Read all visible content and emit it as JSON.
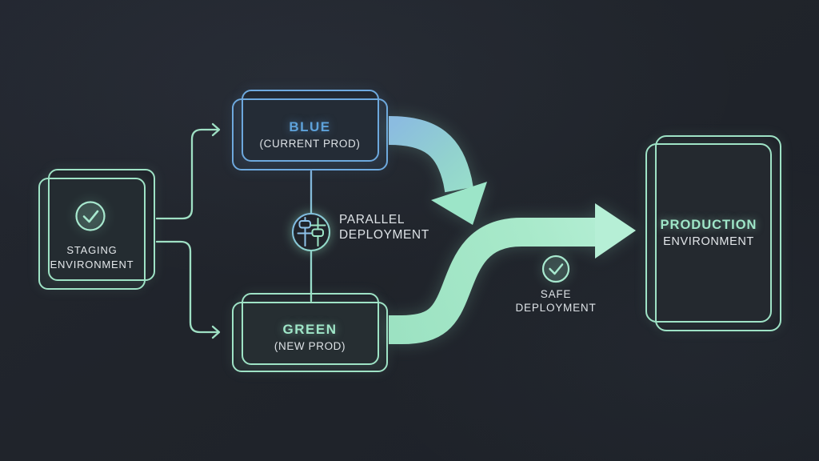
{
  "diagram": {
    "title": "blue-green-deployment-flow",
    "background_color": "#20242b",
    "accent_mint": "#9fe3c6",
    "accent_blue": "#6ea9de",
    "text_color": "#e3e7ea",
    "arrow_gradient": [
      "#8bbce0",
      "#92d2ce",
      "#a8e9ca",
      "#b6efd6"
    ],
    "nodes": {
      "staging": {
        "line1": "STAGING",
        "line2": "ENVIRONMENT",
        "icon": "check-circle-icon",
        "border_color": "#9fe3c6"
      },
      "blue": {
        "title": "BLUE",
        "subtitle": "(CURRENT PROD)",
        "title_color": "#5ea2da",
        "border_color": "#6ea9de"
      },
      "green": {
        "title": "GREEN",
        "subtitle": "(NEW PROD)",
        "title_color": "#9fe6c8",
        "border_color": "#9fe3c6"
      },
      "production": {
        "title": "PRODUCTION",
        "subtitle": "ENVIRONMENT",
        "title_color": "#9fe6c8",
        "border_color": "#9fe3c6"
      }
    },
    "annotations": {
      "parallel_deployment": {
        "line1": "PARALLEL",
        "line2": "DEPLOYMENT",
        "icon": "sliders-icon"
      },
      "safe_deployment": {
        "line1": "SAFE",
        "line2": "DEPLOYMENT",
        "icon": "check-circle-icon"
      }
    },
    "flows": [
      {
        "from": "staging",
        "to": "blue",
        "style": "thin-mint-elbow-arrow"
      },
      {
        "from": "staging",
        "to": "green",
        "style": "thin-mint-elbow-arrow"
      },
      {
        "from": "blue",
        "to": "green",
        "style": "thin-vertical-line-through-sliders-circle"
      },
      {
        "from": "blue",
        "to": "cutover",
        "style": "thick-curved-arrow-blue-to-green-gradient"
      },
      {
        "from": "green",
        "to": "production",
        "style": "thick-curved-mint-arrow"
      }
    ]
  }
}
